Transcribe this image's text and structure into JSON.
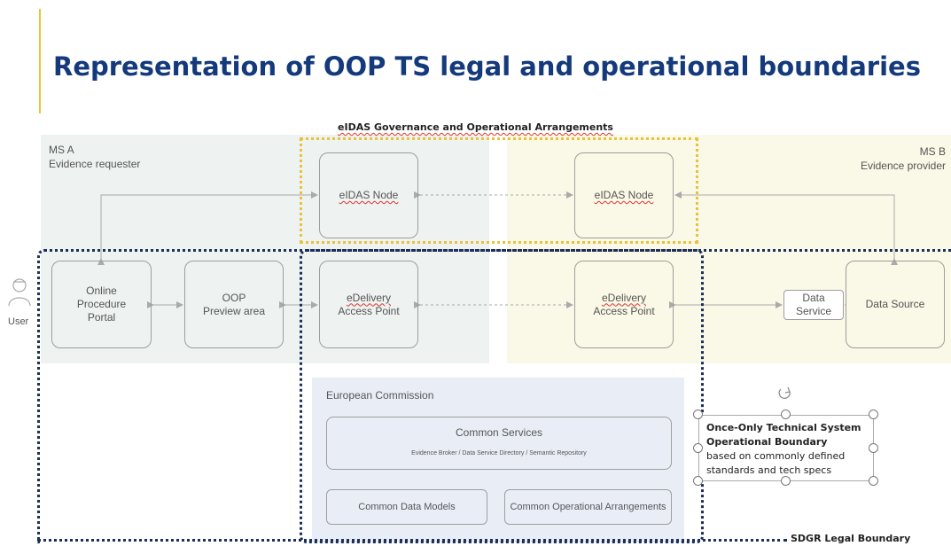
{
  "title": "Representation of OOP TS legal and operational boundaries",
  "governance_label": "eIDAS Governance and Operational Arrangements",
  "ms_a": {
    "name": "MS A",
    "role": "Evidence requester"
  },
  "ms_b": {
    "name": "MS B",
    "role": "Evidence provider"
  },
  "user_label": "User",
  "nodes": {
    "eidas_a": "eIDAS Node",
    "eidas_b": "eIDAS Node",
    "portal": "Online\nProcedure\nPortal",
    "preview": "OOP\nPreview area",
    "edelivery_a_line1": "eDelivery",
    "edelivery_a_line2": "Access Point",
    "edelivery_b_line1": "eDelivery",
    "edelivery_b_line2": "Access Point",
    "data_service": "Data\nService",
    "data_source": "Data Source"
  },
  "ec": {
    "title": "European Commission",
    "common_services": "Common Services",
    "common_services_sub": "Evidence Broker / Data Service Directory  / Semantic Repository",
    "common_data_models": "Common Data Models",
    "common_op_arrangements": "Common Operational Arrangements"
  },
  "ootsb": {
    "line1": "Once-Only Technical System",
    "line2": "Operational Boundary",
    "line3": " based on commonly defined",
    "line4": "standards and tech specs"
  },
  "sdgr_label": "SDGR Legal Boundary",
  "colors": {
    "title": "#143a7c",
    "yellow_boundary": "#e8c33a",
    "navy_boundary": "#1c2f5a"
  }
}
